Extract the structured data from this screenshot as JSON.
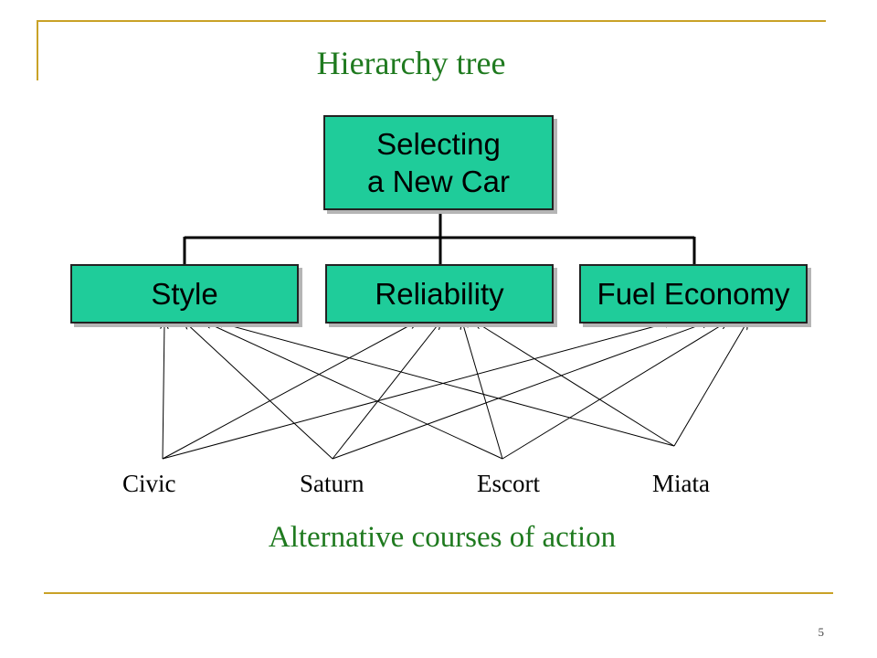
{
  "slide": {
    "title": "Hierarchy tree",
    "caption": "Alternative courses of action",
    "page_number": "5"
  },
  "goal": {
    "label": "Selecting\na New Car"
  },
  "criteria": [
    {
      "id": "style",
      "label": "Style"
    },
    {
      "id": "reliability",
      "label": "Reliability"
    },
    {
      "id": "fuel",
      "label": "Fuel Economy"
    }
  ],
  "alternatives": [
    {
      "id": "civic",
      "label": "Civic"
    },
    {
      "id": "saturn",
      "label": "Saturn"
    },
    {
      "id": "escort",
      "label": "Escort"
    },
    {
      "id": "miata",
      "label": "Miata"
    }
  ],
  "colors": {
    "accent_green_text": "#1f7a1f",
    "box_fill": "#1fcc9a",
    "frame_gold": "#c9a227"
  }
}
